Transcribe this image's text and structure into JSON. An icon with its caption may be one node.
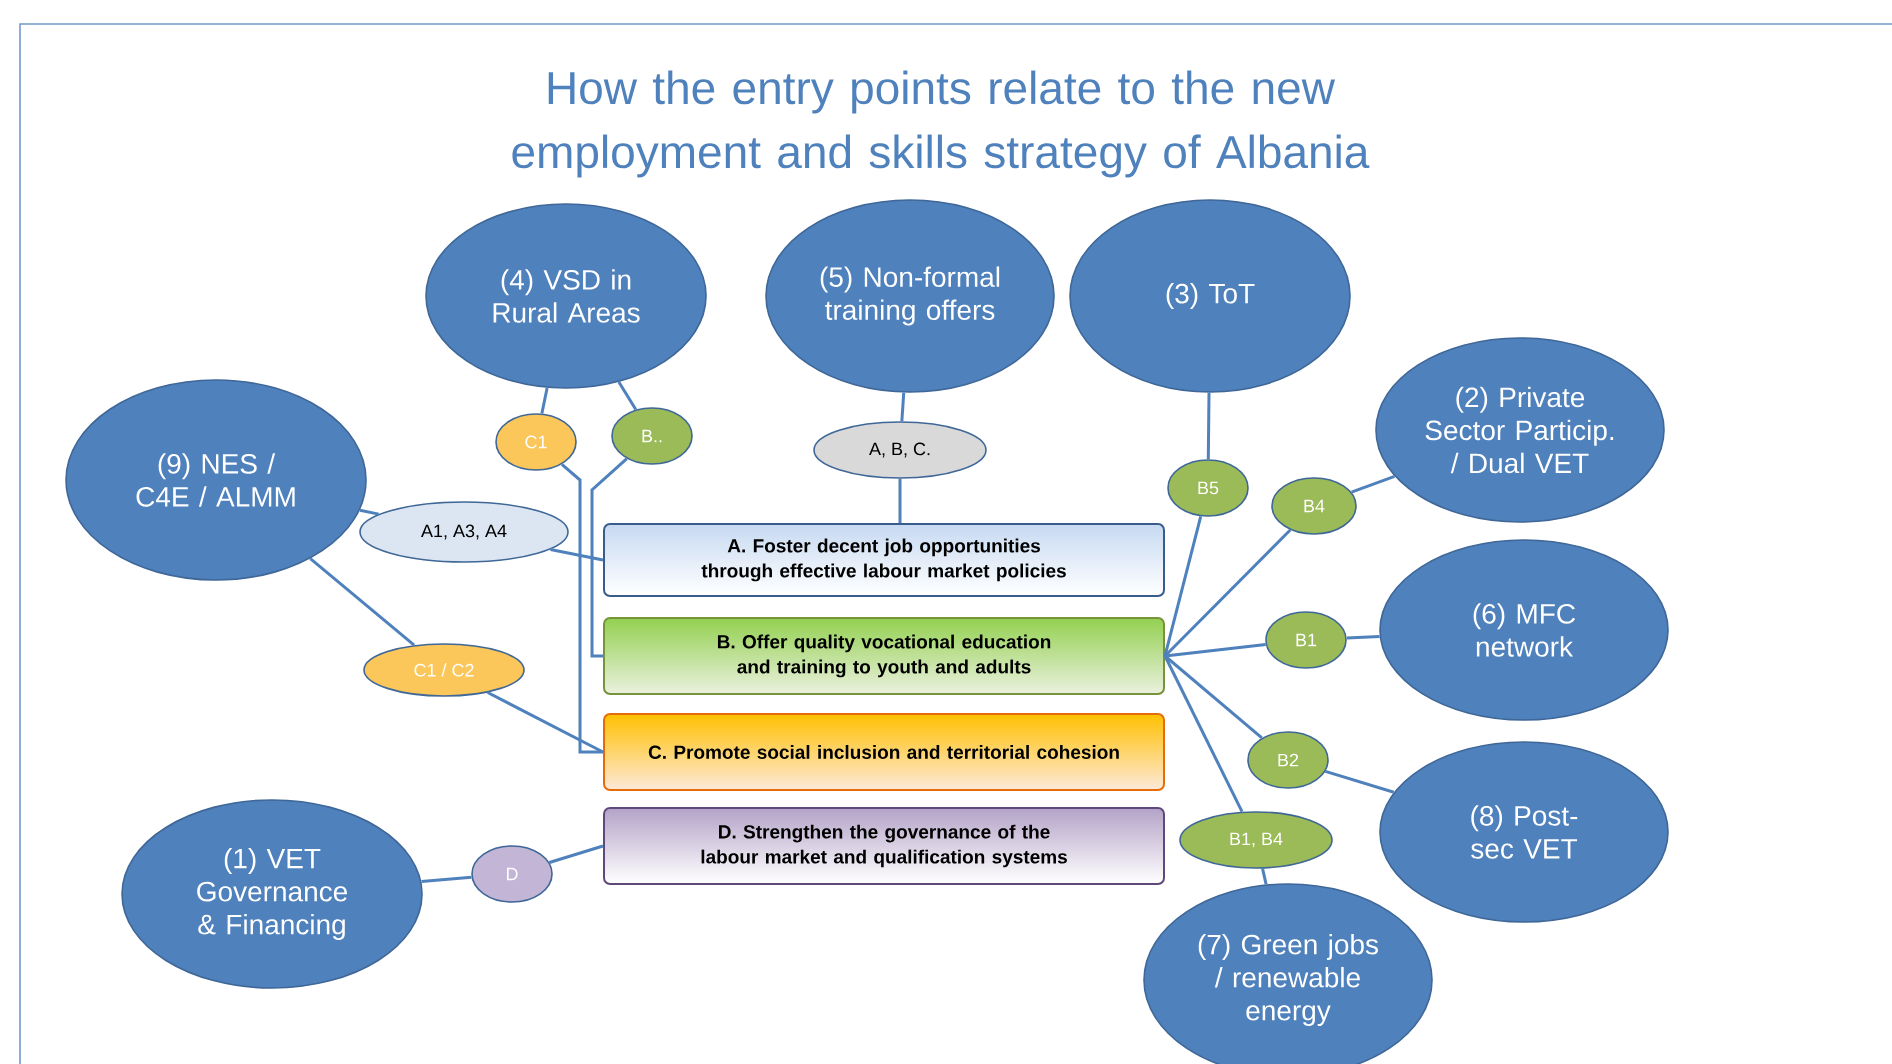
{
  "diagram": {
    "title": "How the entry points relate to the new employment and skills strategy of Albania",
    "nodes": [
      {
        "text": [
          "(4) VSD in Rural Areas"
        ]
      },
      {
        "text": [
          "(5) Non-formal training offers"
        ]
      },
      {
        "text": [
          "(3) ToT"
        ]
      },
      {
        "text": [
          "(9) NES / C4E / ALMM"
        ]
      },
      {
        "text": [
          "(2) Private Sector Particip. / Dual VET"
        ]
      },
      {
        "text": [
          "C1"
        ]
      },
      {
        "text": [
          "B.."
        ]
      },
      {
        "text": [
          "A, B, C."
        ]
      },
      {
        "text": [
          "A1, A3, A4"
        ]
      },
      {
        "text": [
          "B5"
        ]
      },
      {
        "text": [
          "B4"
        ]
      },
      {
        "text": [
          "A. Foster decent job opportunities through effective labour market policies"
        ]
      },
      {
        "text": [
          "B. Offer quality vocational education and training to youth and adults"
        ]
      },
      {
        "text": [
          "C. Promote social inclusion and territorial cohesion"
        ]
      },
      {
        "text": [
          "D. Strengthen the governance of the labour market and qualification systems"
        ]
      },
      {
        "text": [
          "C1 / C2"
        ]
      },
      {
        "text": [
          "B1"
        ]
      },
      {
        "text": [
          "(6) MFC network"
        ]
      },
      {
        "text": [
          "B2"
        ]
      },
      {
        "text": [
          "(8) Post-sec VET"
        ]
      },
      {
        "text": [
          "B1, B4"
        ]
      },
      {
        "text": [
          "(1) VET Governance & Financing"
        ]
      },
      {
        "text": [
          "D"
        ]
      },
      {
        "text": [
          "(7) Green jobs / renewable energy"
        ]
      }
    ],
    "edges": [
      {
        "from": 0,
        "to": 5,
        "arrow": "none"
      },
      {
        "from": 5,
        "to": 13,
        "arrow": "none"
      },
      {
        "from": 0,
        "to": 6,
        "arrow": "none"
      },
      {
        "from": 6,
        "to": 12,
        "arrow": "none"
      },
      {
        "from": 1,
        "to": 7,
        "arrow": "none"
      },
      {
        "from": 7,
        "to": 11,
        "arrow": "none"
      },
      {
        "from": 3,
        "to": 8,
        "arrow": "none"
      },
      {
        "from": 8,
        "to": 11,
        "arrow": "none"
      },
      {
        "from": 3,
        "to": 15,
        "arrow": "none"
      },
      {
        "from": 15,
        "to": 13,
        "arrow": "none"
      },
      {
        "from": 21,
        "to": 22,
        "arrow": "none"
      },
      {
        "from": 22,
        "to": 14,
        "arrow": "none"
      },
      {
        "from": 12,
        "to": 9,
        "arrow": "none"
      },
      {
        "from": 9,
        "to": 2,
        "arrow": "none"
      },
      {
        "from": 12,
        "to": 10,
        "arrow": "none"
      },
      {
        "from": 10,
        "to": 4,
        "arrow": "none"
      },
      {
        "from": 12,
        "to": 16,
        "arrow": "none"
      },
      {
        "from": 16,
        "to": 17,
        "arrow": "none"
      },
      {
        "from": 12,
        "to": 18,
        "arrow": "none"
      },
      {
        "from": 18,
        "to": 19,
        "arrow": "none"
      },
      {
        "from": 12,
        "to": 20,
        "arrow": "none"
      },
      {
        "from": 20,
        "to": 23,
        "arrow": "none"
      }
    ]
  }
}
